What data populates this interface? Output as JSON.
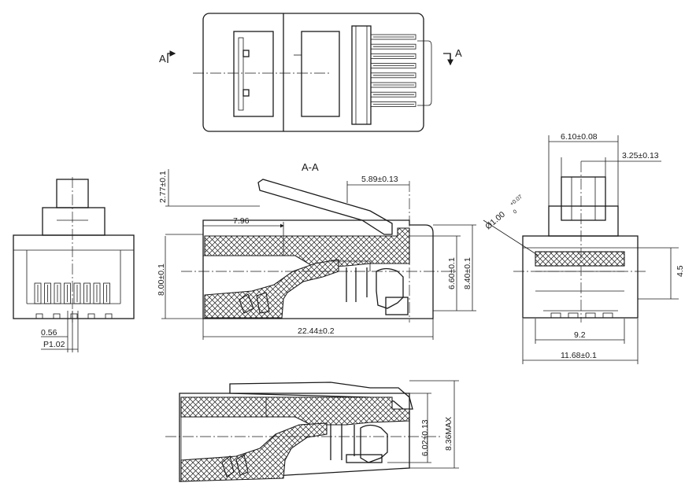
{
  "section": {
    "title": "A-A",
    "marker_left": "A",
    "marker_right": "A"
  },
  "dims": {
    "d277": "2.77±0.1",
    "d796": "7.96",
    "d589": "5.89±0.13",
    "d800": "8.00±0.1",
    "d660": "6.60±0.1",
    "d840": "8.40±0.1",
    "d2244": "22.44±0.2",
    "d056": "0.56",
    "dp102": "P1.02",
    "d610": "6.10±0.08",
    "d325": "3.25±0.13",
    "dr100": "Ø1.00",
    "dr100_tol_up": "+0.07",
    "dr100_tol_lo": "0",
    "d45": "4.5",
    "d92": "9.2",
    "d1168": "11.68±0.1",
    "d602": "6.02±0.13",
    "d836": "8.36MAX"
  }
}
